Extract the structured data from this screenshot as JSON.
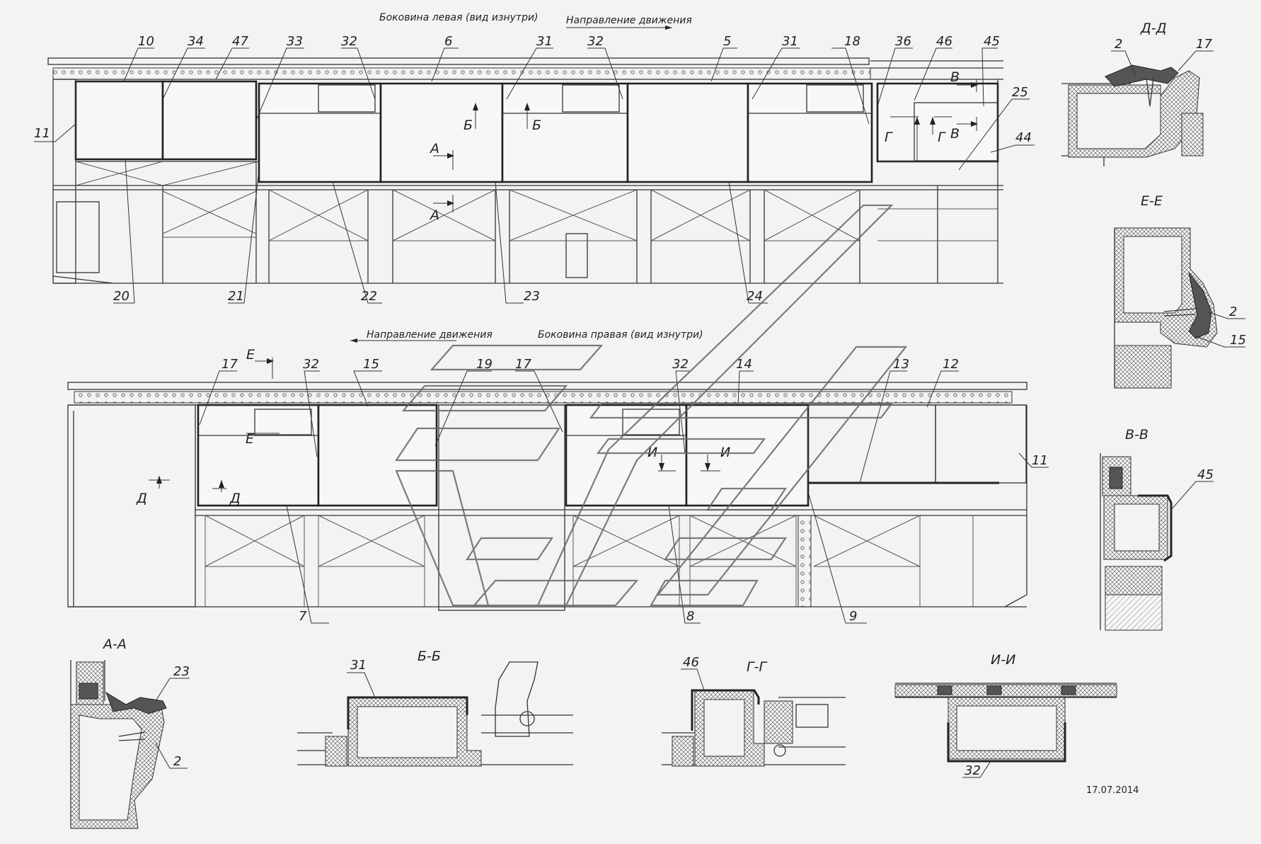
{
  "titles": {
    "left_side": "Боковина левая (вид изнутри)",
    "right_side": "Боковина правая (вид изнутри)",
    "direction_top": "Направление движения",
    "direction_bottom": "Направление движения"
  },
  "left_callouts": [
    "10",
    "34",
    "47",
    "33",
    "32",
    "6",
    "31",
    "32",
    "5",
    "31",
    "18",
    "36",
    "46",
    "45",
    "11",
    "25",
    "44",
    "20",
    "21",
    "22",
    "23",
    "24"
  ],
  "left_markers": [
    "Б",
    "Б",
    "А",
    "А",
    "Г",
    "Г",
    "В",
    "В"
  ],
  "right_callouts": [
    "17",
    "32",
    "15",
    "19",
    "17",
    "32",
    "14",
    "13",
    "12",
    "11",
    "7",
    "8",
    "9"
  ],
  "right_markers": [
    "Е",
    "Е",
    "Д",
    "Д",
    "И",
    "И"
  ],
  "sections": {
    "dd": {
      "title": "Д-Д",
      "labels": [
        "2",
        "17"
      ]
    },
    "ee": {
      "title": "Е-Е",
      "labels": [
        "2",
        "15"
      ]
    },
    "vv": {
      "title": "В-В",
      "labels": [
        "45"
      ]
    },
    "aa": {
      "title": "А-А",
      "labels": [
        "23",
        "2"
      ]
    },
    "bb": {
      "title": "Б-Б",
      "labels": [
        "31"
      ]
    },
    "gg": {
      "title": "Г-Г",
      "labels": [
        "46"
      ]
    },
    "ii": {
      "title": "И-И",
      "labels": [
        "32"
      ]
    }
  },
  "date": "17.07.2014",
  "colors": {
    "line": "#222222",
    "background": "#f3f4f1",
    "watermark": "#666666"
  }
}
